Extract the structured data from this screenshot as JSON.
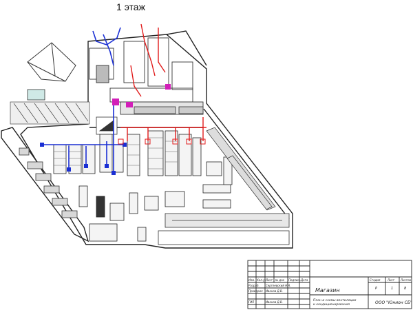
{
  "plan": {
    "title": "1 этаж"
  },
  "stamp": {
    "object_name": "Магазин",
    "sheet_name_line1": "План и схемы вентиляции",
    "sheet_name_line2": "и кондиционирования",
    "org": "ООО \"Юнион СБ\"",
    "col_headers": [
      "Изм.",
      "Кол.уч",
      "Лист",
      "№ док",
      "Подпись",
      "Дата"
    ],
    "roles": [
      {
        "role": "Разраб.",
        "name": "Сергеевский Н.А."
      },
      {
        "role": "Проверил",
        "name": "Иванов Д.В."
      },
      {
        "role": "ГИП",
        "name": "Иванов Д.В."
      }
    ],
    "stage_label": "Стадия",
    "sheet_label": "Лист",
    "sheets_label": "Листов",
    "stage_value": "Р",
    "sheet_value": "1",
    "sheets_value": "8"
  }
}
